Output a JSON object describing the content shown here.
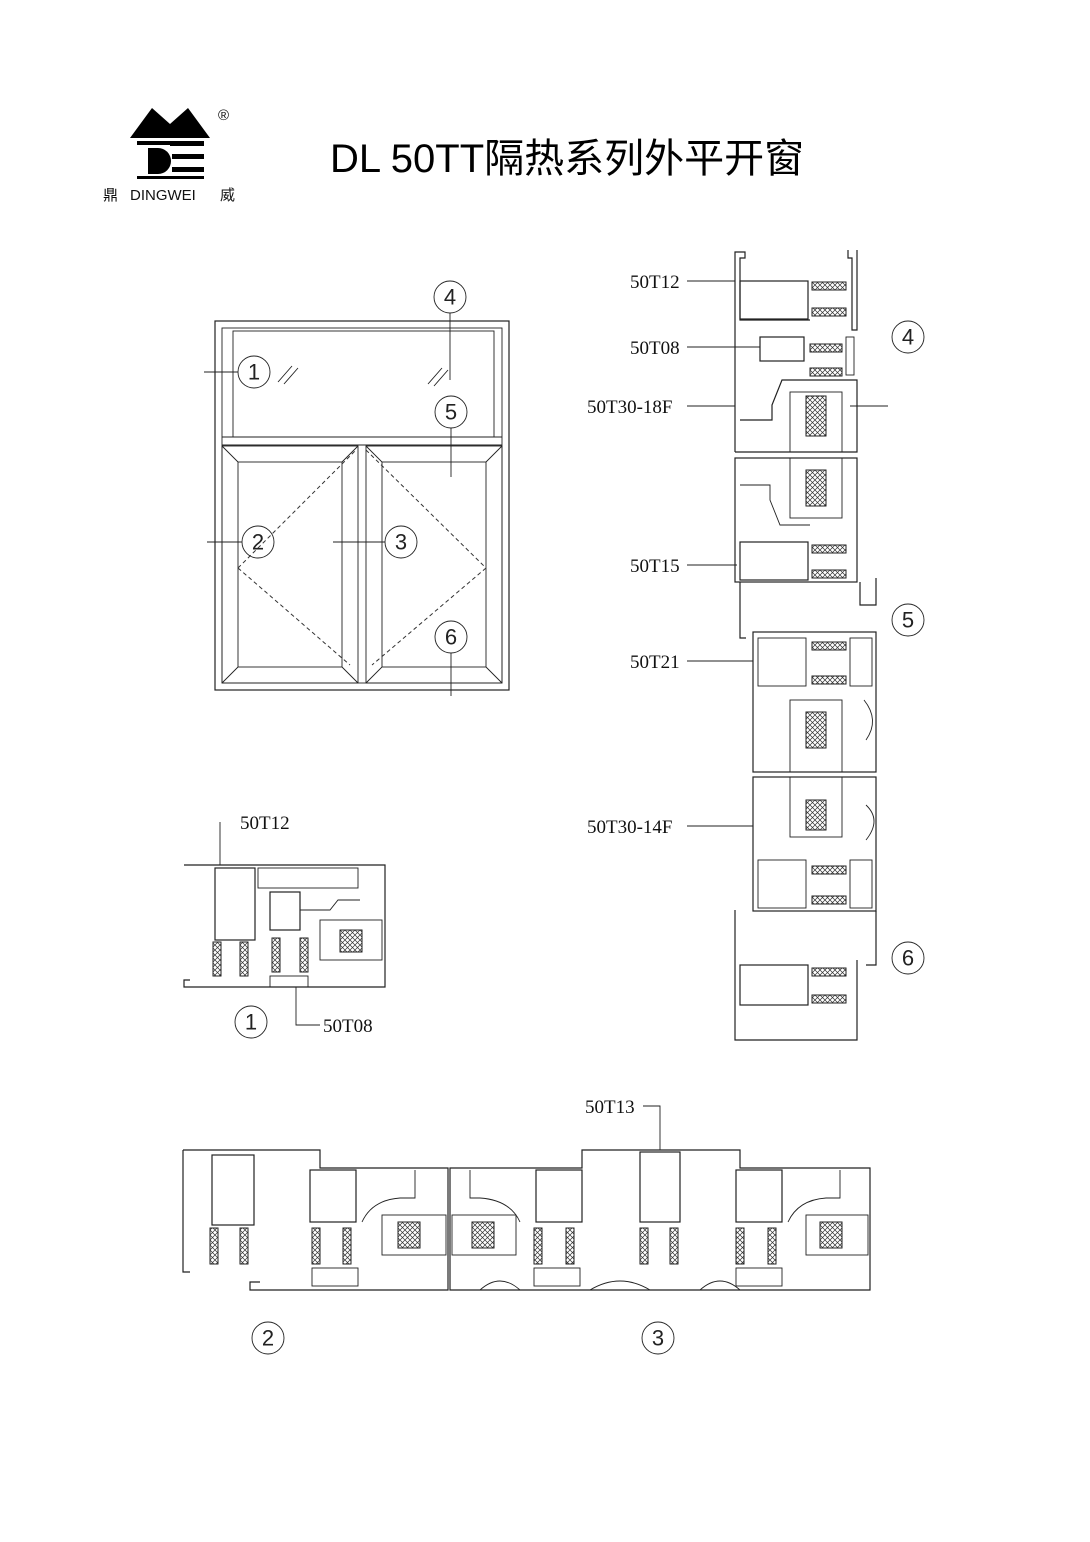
{
  "header": {
    "title": "DL 50TT隔热系列外平开窗",
    "logo": {
      "letters": "DE",
      "registered": "®",
      "brand_left": "鼎",
      "brand_name": "DINGWEI",
      "brand_right": "威"
    }
  },
  "elevation": {
    "markers": [
      "1",
      "2",
      "3",
      "4",
      "5",
      "6"
    ]
  },
  "vertical_section": {
    "labels": [
      "50T12",
      "50T08",
      "50T30-18F",
      "50T15",
      "50T21",
      "50T30-14F"
    ],
    "markers": [
      "4",
      "5",
      "6"
    ]
  },
  "detail_1": {
    "labels": [
      "50T12",
      "50T08"
    ],
    "marker": "1"
  },
  "horizontal_section": {
    "labels": [
      "50T13"
    ],
    "markers": [
      "2",
      "3"
    ]
  }
}
